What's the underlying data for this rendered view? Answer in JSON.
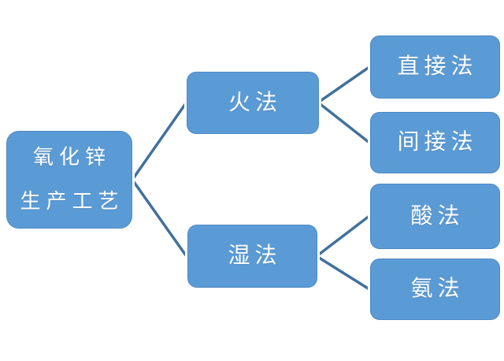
{
  "diagram": {
    "type": "hierarchy-flowchart",
    "direction": "left-to-right",
    "nodes": {
      "root": {
        "line1": "氧化锌",
        "line2": "生产工艺"
      },
      "huofa": {
        "label": "火法"
      },
      "shifa": {
        "label": "湿法"
      },
      "zhijiefa": {
        "label": "直接法"
      },
      "jianjiefa": {
        "label": "间接法"
      },
      "suanfa": {
        "label": "酸法"
      },
      "anfa": {
        "label": "氨法"
      }
    },
    "edges": [
      {
        "from": "root",
        "to": "huofa"
      },
      {
        "from": "root",
        "to": "shifa"
      },
      {
        "from": "huofa",
        "to": "zhijiefa"
      },
      {
        "from": "huofa",
        "to": "jianjiefa"
      },
      {
        "from": "shifa",
        "to": "suanfa"
      },
      {
        "from": "shifa",
        "to": "anfa"
      }
    ],
    "colors": {
      "background": "#ffffff",
      "node_fill": "#5b9bd5",
      "node_edge": "#4e8ac4",
      "node_halo": "#ffffff",
      "node_text": "#ffffff",
      "connector": "#41719c"
    }
  }
}
